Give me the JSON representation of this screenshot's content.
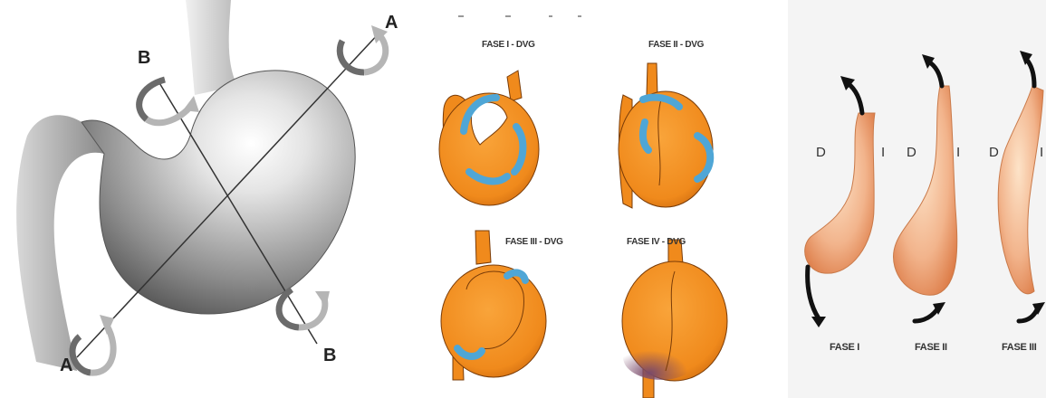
{
  "left_panel": {
    "axis_labels": [
      {
        "id": "A-top",
        "text": "A"
      },
      {
        "id": "B-top",
        "text": "B"
      },
      {
        "id": "A-bottom",
        "text": "A"
      },
      {
        "id": "B-bottom",
        "text": "B"
      }
    ]
  },
  "middle_panel": {
    "phases": [
      {
        "label": "FASE I - DVG"
      },
      {
        "label": "FASE II - DVG"
      },
      {
        "label": "FASE III - DVG"
      },
      {
        "label": "FASE IV - DVG"
      }
    ],
    "colors": {
      "stomach": "#f08a1c",
      "arrow": "#4fa6d6",
      "outline": "#7a3c08"
    }
  },
  "right_panel": {
    "side_labels": [
      "D",
      "I",
      "D",
      "I",
      "D",
      "I"
    ],
    "fases": [
      "FASE I",
      "FASE II",
      "FASE III"
    ],
    "colors": {
      "stomach": "#f2b48c",
      "arrow": "#111111"
    }
  }
}
